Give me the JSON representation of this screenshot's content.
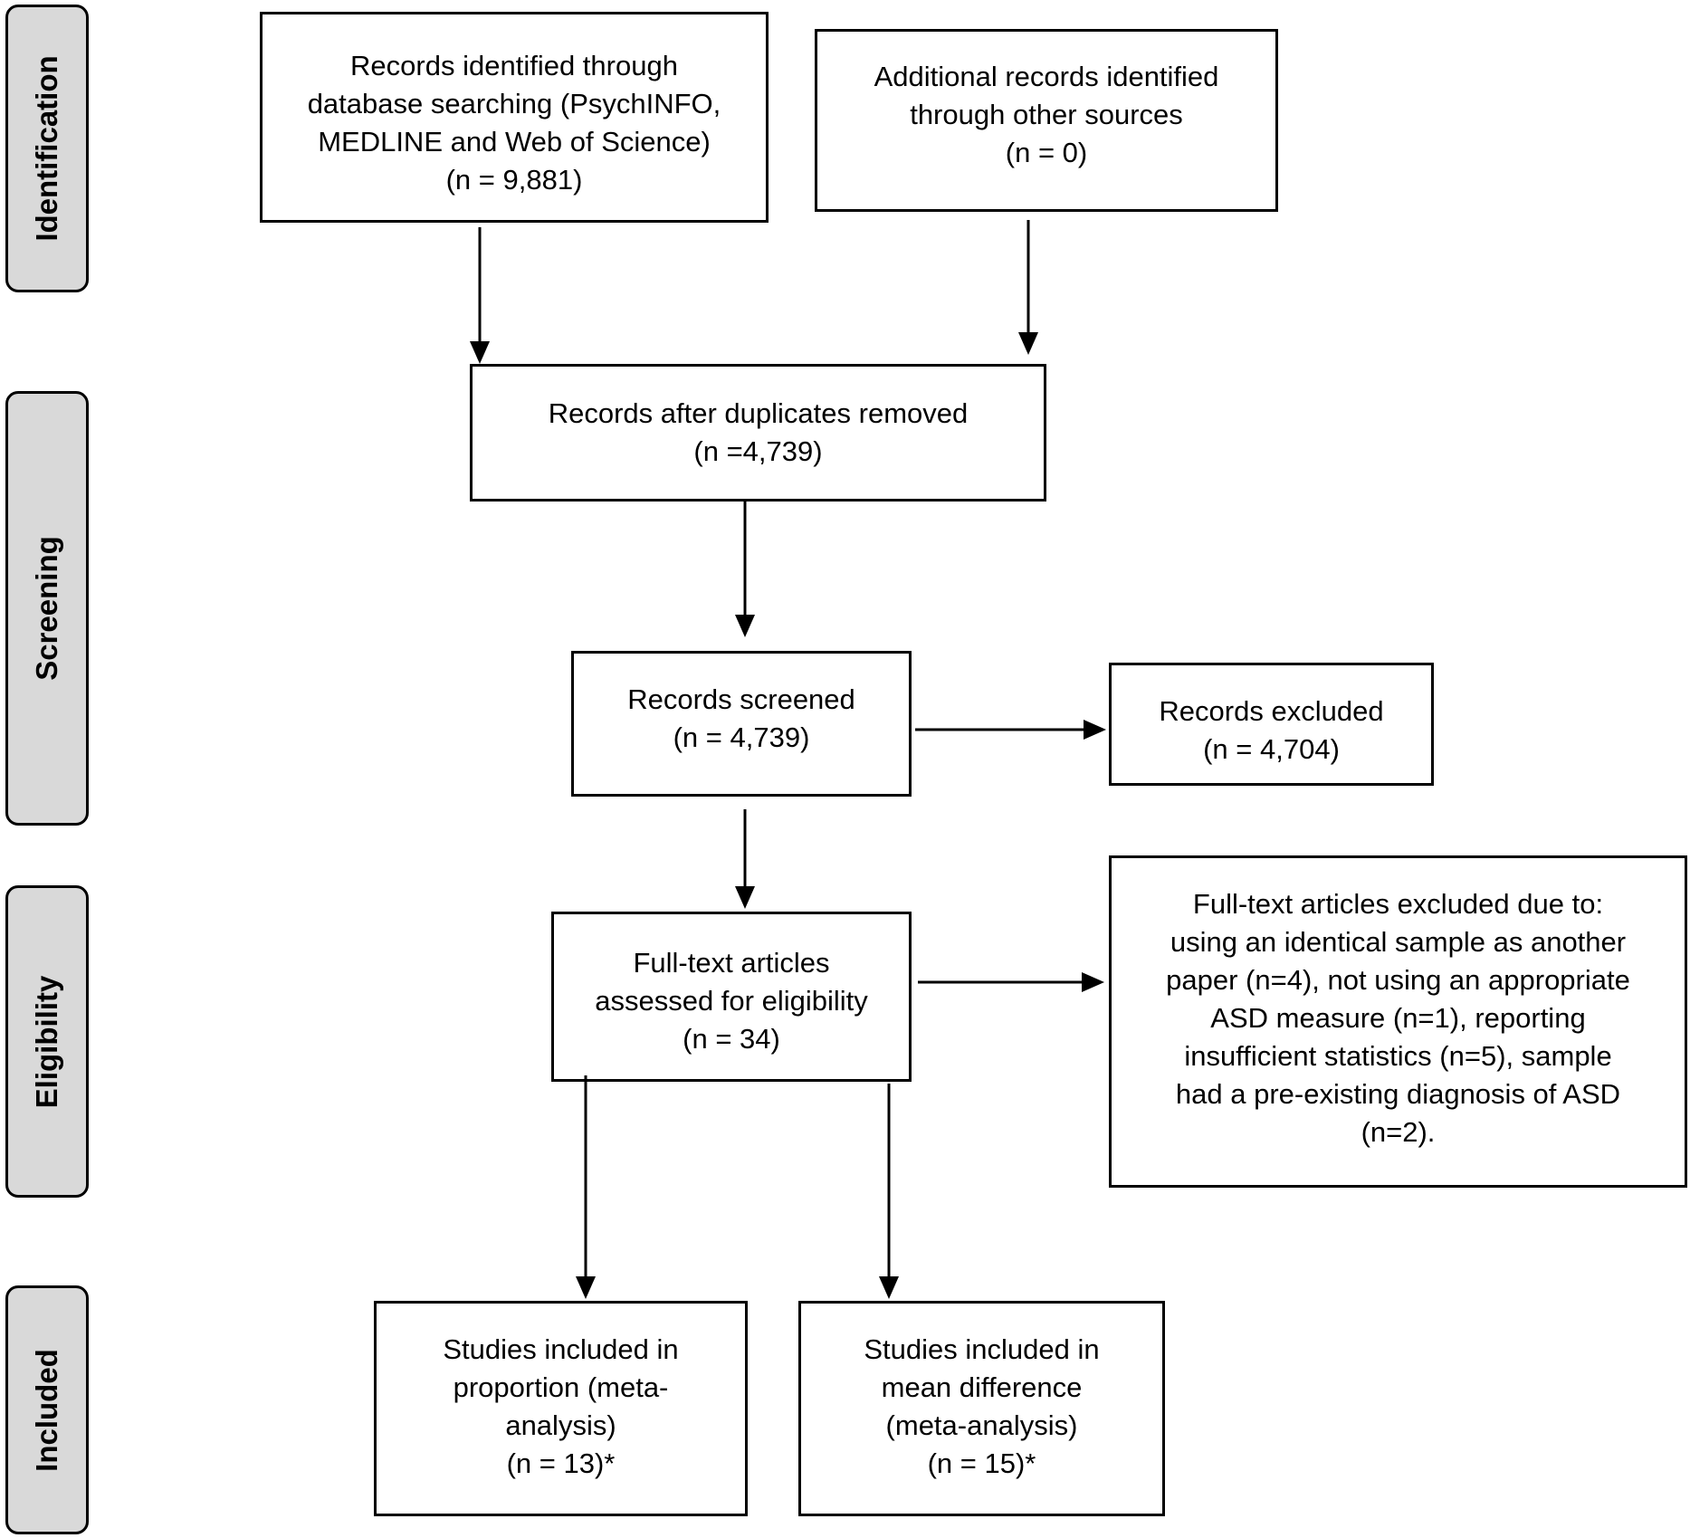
{
  "phases": {
    "identification": "Identification",
    "screening": "Screening",
    "eligibility": "Eligibility",
    "included": "Included"
  },
  "boxes": {
    "database_records": [
      "Records identified through",
      "database searching (PsychINFO,",
      "MEDLINE and Web of Science)",
      "(n = 9,881)"
    ],
    "additional_records": [
      "Additional records identified",
      "through other sources",
      "(n = 0)"
    ],
    "after_duplicates": [
      "Records after duplicates removed",
      "(n =4,739)"
    ],
    "records_screened": [
      "Records screened",
      "(n = 4,739)"
    ],
    "records_excluded": [
      "Records excluded",
      "(n = 4,704)"
    ],
    "full_text_assessed": [
      "Full-text articles",
      "assessed for eligibility",
      "(n = 34)"
    ],
    "full_text_excluded": [
      "Full-text articles excluded due to:",
      "using an identical sample as another",
      "paper (n=4), not using an appropriate",
      "ASD measure (n=1), reporting",
      "insufficient statistics (n=5), sample",
      "had a pre-existing diagnosis of ASD",
      "(n=2)."
    ],
    "included_proportion": [
      "Studies included in",
      "proportion (meta-",
      "analysis)",
      "(n = 13)*"
    ],
    "included_mean_difference": [
      "Studies included in",
      "mean difference",
      "(meta-analysis)",
      "(n = 15)*"
    ]
  }
}
